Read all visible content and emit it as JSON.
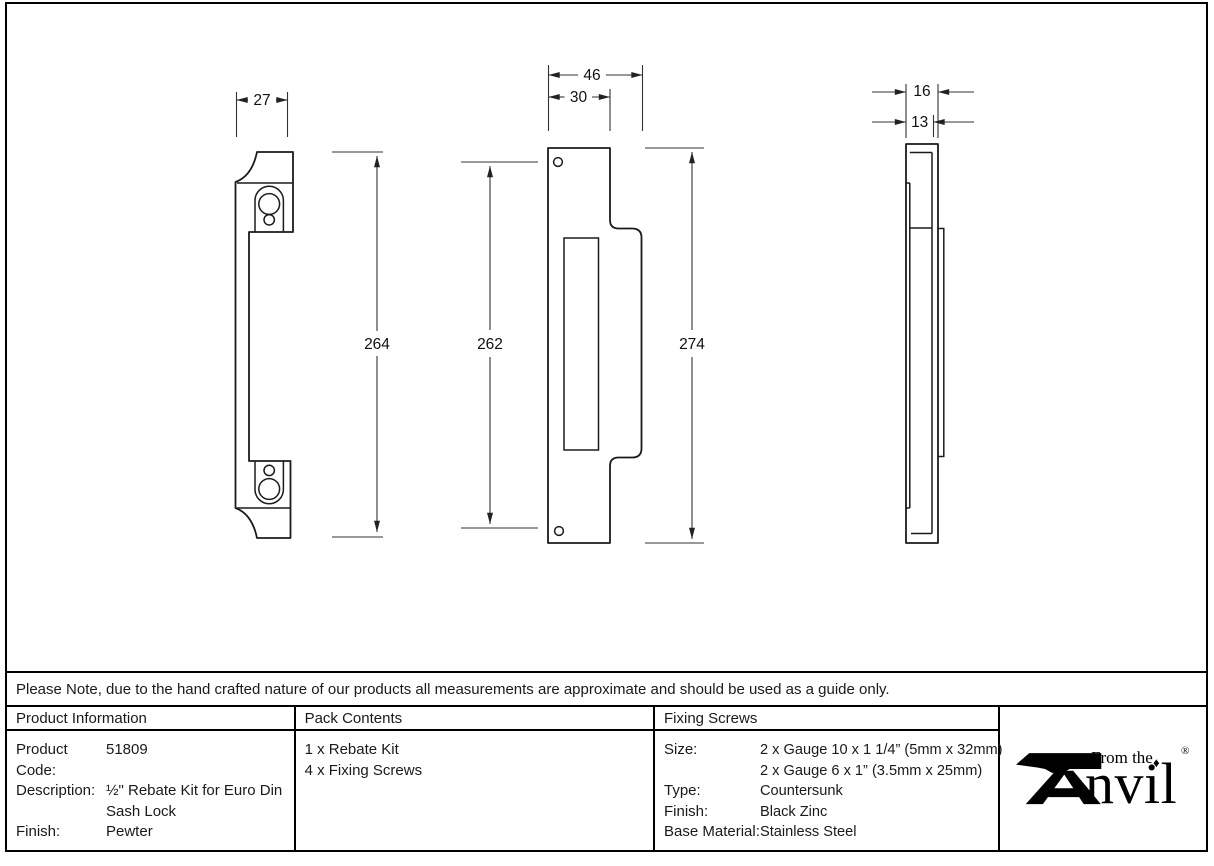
{
  "sheet": {
    "note": "Please Note, due to the hand crafted nature of our products all measurements are approximate and should be used as a guide only."
  },
  "drawing": {
    "front_view": {
      "dims": {
        "width": "27",
        "height": "264"
      }
    },
    "face_view": {
      "dims": {
        "outer_width": "46",
        "inner_width": "30",
        "left_height": "262",
        "right_height": "274"
      }
    },
    "side_view": {
      "dims": {
        "overall_depth": "16",
        "plate_depth": "13"
      }
    }
  },
  "table": {
    "product_information": {
      "header": "Product Information",
      "rows": [
        {
          "label": "Product Code:",
          "value": "51809"
        },
        {
          "label": "Description:",
          "value": "½\" Rebate Kit for Euro Din Sash Lock"
        },
        {
          "label": "Finish:",
          "value": "Pewter"
        }
      ]
    },
    "pack_contents": {
      "header": "Pack Contents",
      "items": [
        "1 x Rebate Kit",
        "4 x Fixing Screws"
      ]
    },
    "fixing_screws": {
      "header": "Fixing Screws",
      "size_label": "Size:",
      "size_values": [
        "2 x Gauge 10 x 1 1/4” (5mm x 32mm)",
        "2 x Gauge 6 x 1” (3.5mm x 25mm)"
      ],
      "rows": [
        {
          "label": "Type:",
          "value": "Countersunk"
        },
        {
          "label": "Finish:",
          "value": "Black Zinc"
        },
        {
          "label": "Base Material:",
          "value": "Stainless Steel"
        }
      ]
    }
  },
  "logo": {
    "tagline": "From the",
    "separator": "♦",
    "name_rest": "nvil",
    "registered": "®"
  }
}
